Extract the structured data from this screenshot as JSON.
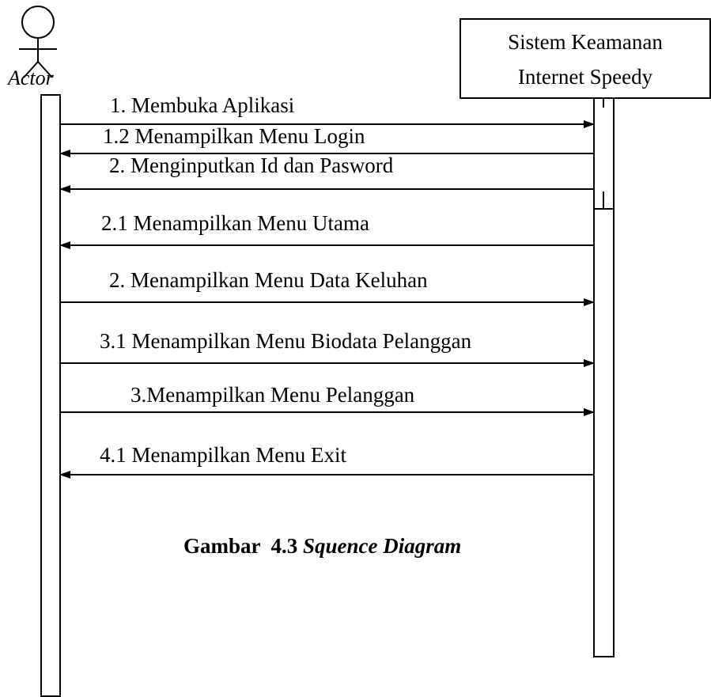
{
  "actor": {
    "name": "Actor"
  },
  "system": {
    "name_line1": "Sistem Keamanan",
    "name_line2": "Internet Speedy"
  },
  "messages": [
    {
      "label": "1.  Membuka Aplikasi",
      "direction": "to-system"
    },
    {
      "label": "1.2 Menampilkan Menu Login",
      "direction": "to-actor"
    },
    {
      "label": "2.  Menginputkan Id dan Pasword",
      "direction": "to-actor"
    },
    {
      "label": "2.1  Menampilkan Menu Utama",
      "direction": "to-actor"
    },
    {
      "label": "2.  Menampilkan Menu Data Keluhan",
      "direction": "to-system"
    },
    {
      "label": "3.1  Menampilkan Menu Biodata Pelanggan",
      "direction": "to-system"
    },
    {
      "label": "3.Menampilkan Menu Pelanggan",
      "direction": "to-system"
    },
    {
      "label": "4.1 Menampilkan Menu Exit",
      "direction": "to-actor"
    }
  ],
  "caption": {
    "prefix": "Gambar  4.3 ",
    "title": "Squence Diagram"
  }
}
